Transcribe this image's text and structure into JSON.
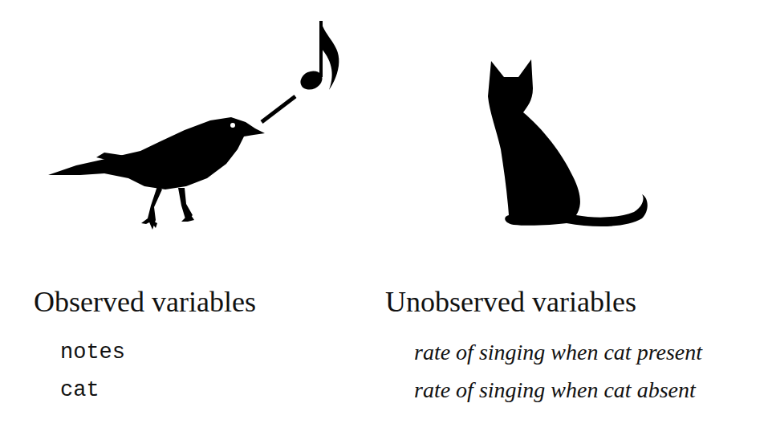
{
  "diagram": {
    "labels": [
      "Observed variables",
      "notes",
      "cat",
      "Unobserved variables",
      "rate of singing when cat present",
      "rate of singing when cat absent"
    ]
  }
}
